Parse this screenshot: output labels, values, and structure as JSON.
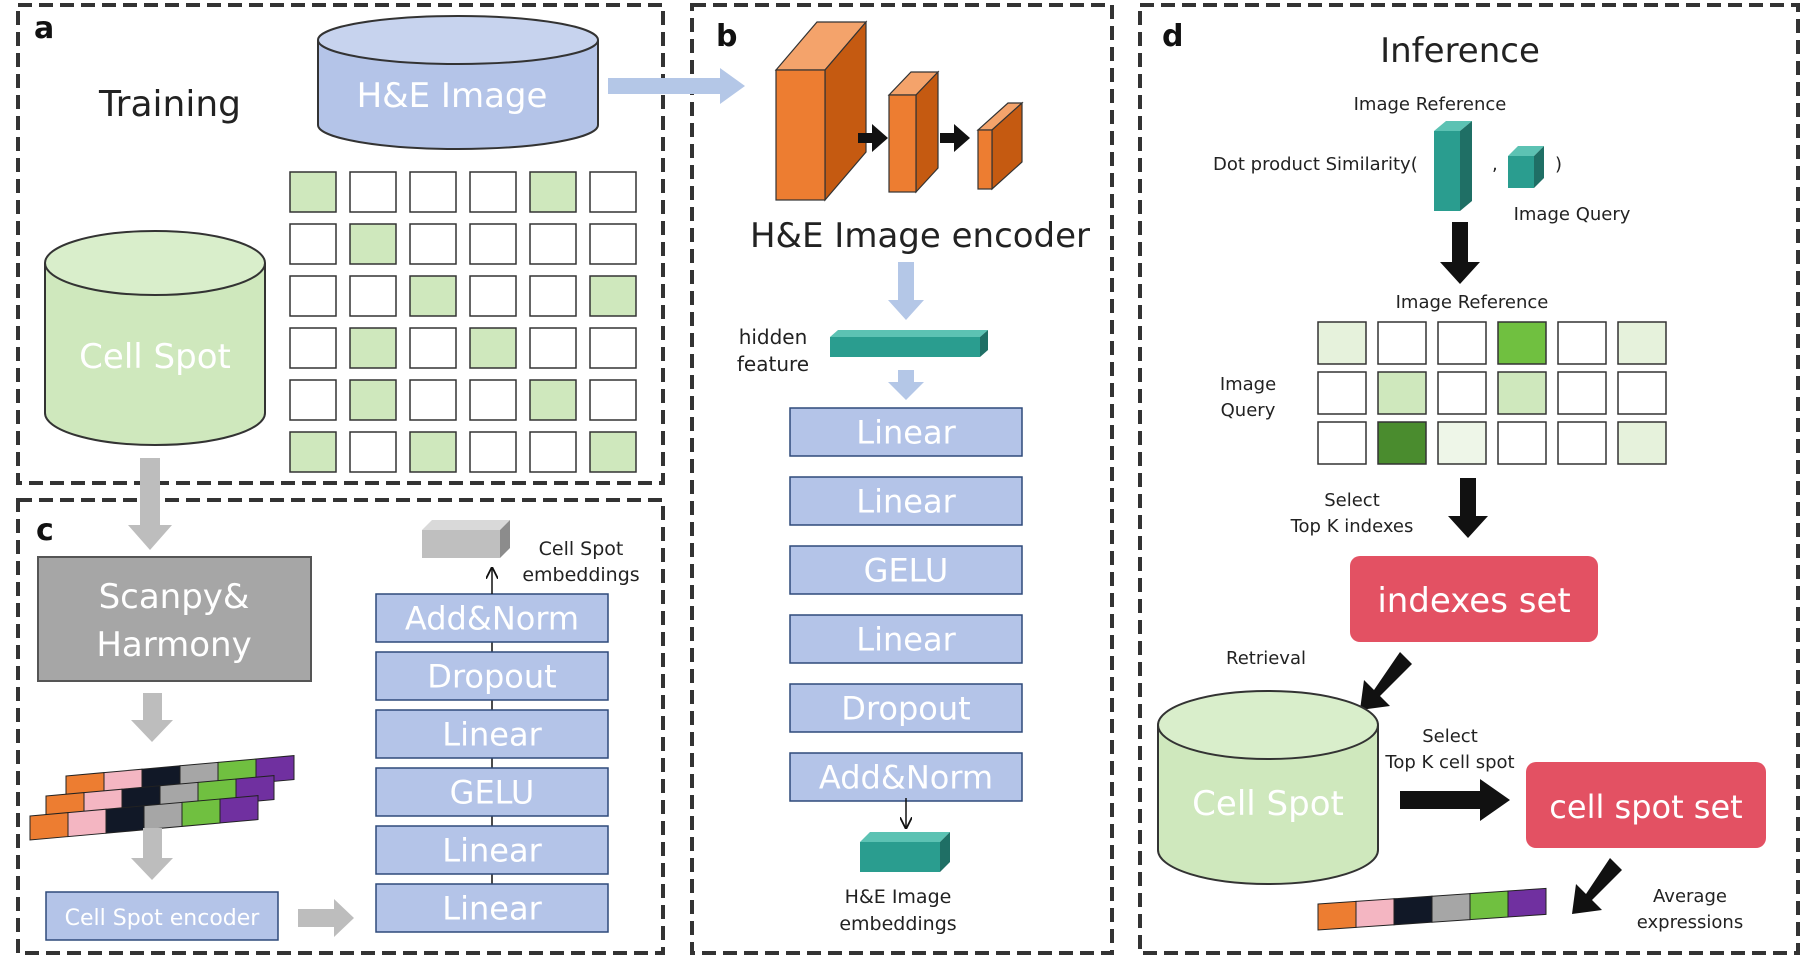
{
  "panels": {
    "a": {
      "letter": "a",
      "title": "Training",
      "he_db": "H&E Image",
      "cell_db": "Cell Spot"
    },
    "b": {
      "letter": "b",
      "encoder_title": "H&E Image encoder",
      "hidden_feature": [
        "hidden",
        "feature"
      ],
      "layers": [
        "Linear",
        "Linear",
        "GELU",
        "Linear",
        "Dropout",
        "Add&Norm"
      ],
      "output_label": [
        "H&E Image",
        "embeddings"
      ]
    },
    "c": {
      "letter": "c",
      "preprocess": [
        "Scanpy&",
        "Harmony"
      ],
      "encoder_label": "Cell Spot encoder",
      "layers": [
        "Add&Norm",
        "Dropout",
        "Linear",
        "GELU",
        "Linear",
        "Linear"
      ],
      "output_label": [
        "Cell Spot",
        "embeddings"
      ]
    },
    "d": {
      "letter": "d",
      "title": "Inference",
      "image_reference": "Image Reference",
      "dot_product": "Dot product Similarity(",
      "comma": ",",
      "close_paren": ")",
      "image_query_top": "Image Query",
      "matrix_col_label": "Image Reference",
      "matrix_row_label": [
        "Image",
        "Query"
      ],
      "select_top_k": [
        "Select",
        "Top K indexes"
      ],
      "indexes_set": "indexes set",
      "retrieval": "Retrieval",
      "cell_db": "Cell Spot",
      "select_top_k_spot": [
        "Select",
        "Top K cell spot"
      ],
      "cell_spot_set": "cell spot set",
      "average": [
        "Average",
        "expressions"
      ]
    }
  },
  "colors": {
    "blue_box": "#b4c4e8",
    "blue_stroke": "#2f4a7a",
    "green_db": "#cfe8bd",
    "gray_box": "#a6a6a6",
    "orange": "#ed7d31",
    "teal": "#2a9d8f",
    "red": "#e35163",
    "arrow_light": "#b4c7e7",
    "arrow_gray": "#bdbdbd",
    "stripe": [
      "#ed7d31",
      "#f4b6c2",
      "#111827",
      "#a6a6a6",
      "#70c040",
      "#7030a0"
    ],
    "grid_a": [
      [
        1,
        0,
        0,
        0,
        1,
        0
      ],
      [
        0,
        1,
        0,
        0,
        0,
        0
      ],
      [
        0,
        0,
        1,
        0,
        0,
        1
      ],
      [
        0,
        1,
        0,
        1,
        0,
        0
      ],
      [
        0,
        1,
        0,
        0,
        1,
        0
      ],
      [
        1,
        0,
        1,
        0,
        0,
        1
      ]
    ],
    "grid_d": [
      [
        "#e6f2dc",
        "#ffffff",
        "#ffffff",
        "#70c040",
        "#ffffff",
        "#e6f2dc"
      ],
      [
        "#ffffff",
        "#cfe8bd",
        "#ffffff",
        "#cfe8bd",
        "#ffffff",
        "#ffffff"
      ],
      [
        "#ffffff",
        "#4a8c2e",
        "#eef6e8",
        "#ffffff",
        "#ffffff",
        "#e6f2dc"
      ]
    ]
  }
}
